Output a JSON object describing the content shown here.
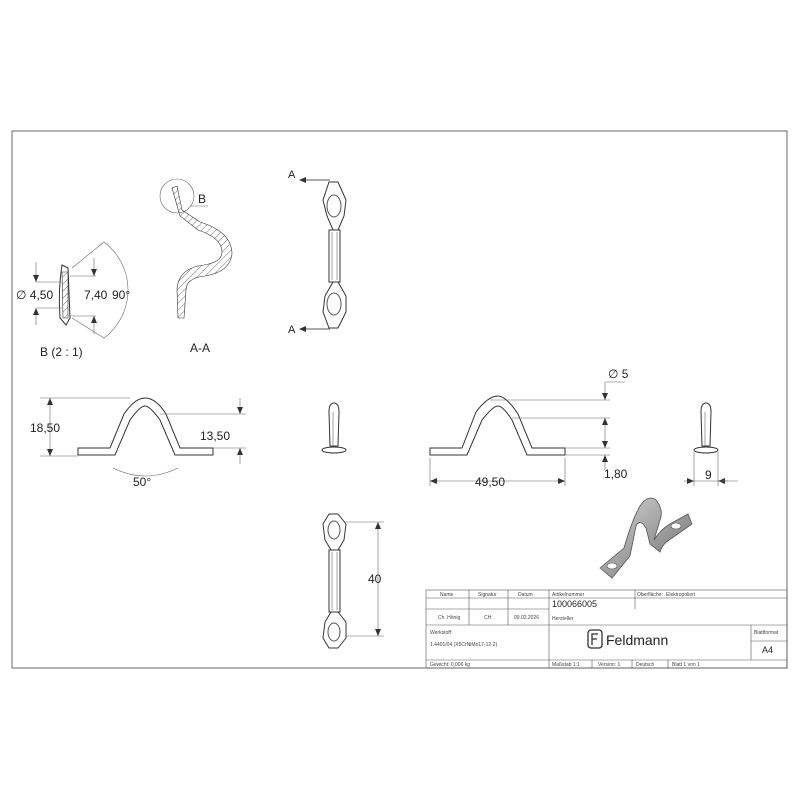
{
  "views": {
    "detail": {
      "label": "B (2 : 1)",
      "diameter": "∅ 4,50",
      "depth": "7,40",
      "angle": "90°"
    },
    "section": {
      "label": "A-A",
      "detail_marker": "B"
    },
    "top": {
      "marker_top": "A",
      "marker_bottom": "A"
    },
    "front_left": {
      "height_left": "18,50",
      "height_right": "13,50",
      "angle": "50°"
    },
    "front_right": {
      "diameter": "∅ 5",
      "length": "49,50",
      "thickness": "1,80"
    },
    "side_right": {
      "width": "9"
    },
    "bottom": {
      "length": "40"
    }
  },
  "title_block": {
    "headers": {
      "name": "Name",
      "signature": "Signatur",
      "date": "Datum",
      "article_no": "Artikelnummer",
      "surface": "Oberfläche:",
      "manufacturer": "Hersteller",
      "sheet_format": "Blattformat",
      "material": "Werkstoff:"
    },
    "values": {
      "name": "Ch. Hönig",
      "signature": "CH",
      "date": "09.02.2026",
      "article_no": "100066005",
      "surface": "Elektropoliert",
      "sheet_format": "A4",
      "material": "1.4401/04 (X5CrNiMo17-12-2)",
      "weight": "Gewicht: 0,006 kg",
      "scale": "Maßstab 1:1",
      "version": "Version: 1",
      "language": "Deutsch",
      "sheet": "Blatt 1 von 1"
    },
    "brand": "Feldmann"
  },
  "colors": {
    "line": "#555555",
    "part_shade": "#9a9a9a"
  }
}
